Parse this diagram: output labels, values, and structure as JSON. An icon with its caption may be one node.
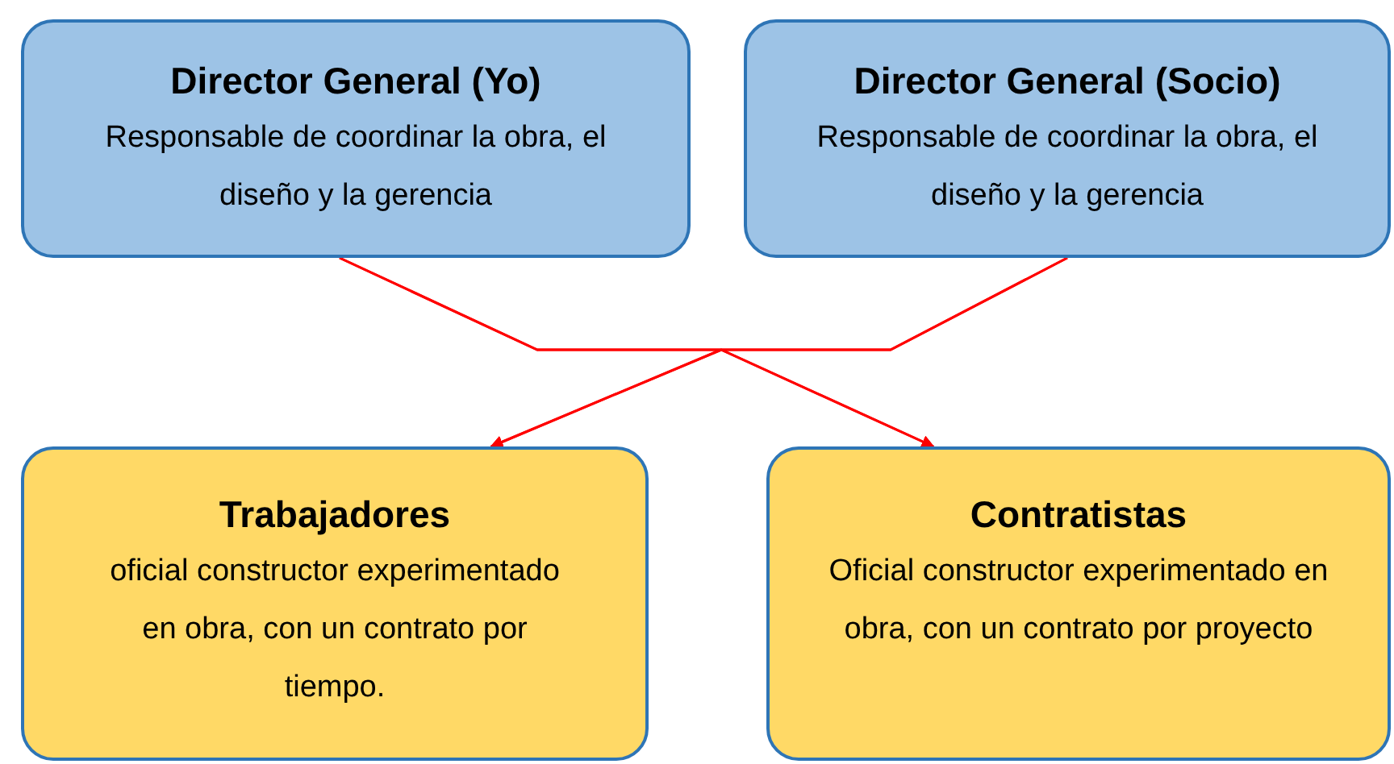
{
  "diagram": {
    "nodes": [
      {
        "text": [
          "Director General (Yo)",
          "Responsable de coordinar la obra, el diseño y la gerencia"
        ]
      },
      {
        "text": [
          "Director General (Socio)",
          "Responsable de coordinar la obra, el diseño y la gerencia"
        ]
      },
      {
        "text": [
          "Trabajadores",
          "oficial constructor experimentado en obra, con un contrato por tiempo."
        ]
      },
      {
        "text": [
          "Contratistas",
          "Oficial constructor experimentado en obra, con un contrato por proyecto"
        ]
      }
    ],
    "edges": [
      {
        "from": 0,
        "to": 2,
        "arrow": "to"
      },
      {
        "from": 0,
        "to": 3,
        "arrow": "to"
      },
      {
        "from": 1,
        "to": 2,
        "arrow": "to"
      },
      {
        "from": 1,
        "to": 3,
        "arrow": "to"
      }
    ]
  }
}
